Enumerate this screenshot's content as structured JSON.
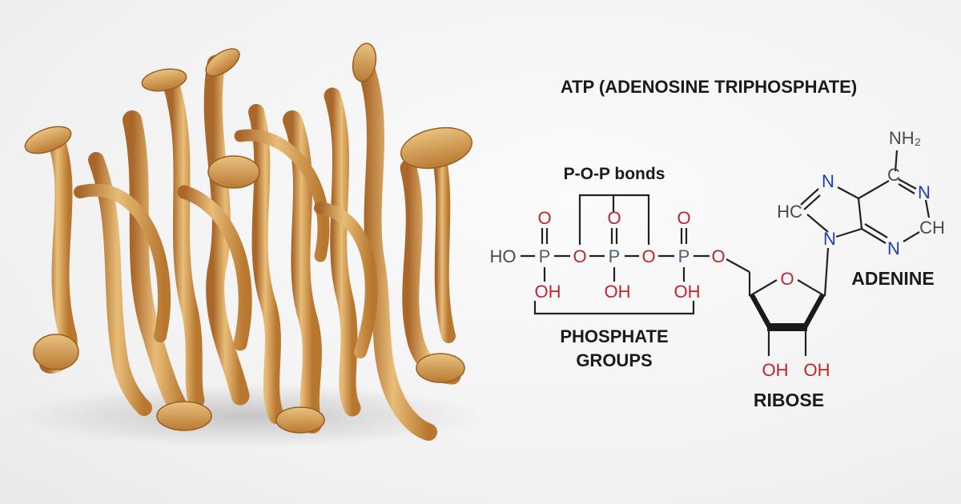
{
  "title": "ATP (ADENOSINE TRIPHOSPHATE)",
  "labels": {
    "pop_bonds": "P-O-P bonds",
    "phosphate_line1": "PHOSPHATE",
    "phosphate_line2": "GROUPS",
    "ribose": "RIBOSE",
    "adenine": "ADENINE"
  },
  "atoms": {
    "ho": "HO",
    "p": "P",
    "o": "O",
    "oh": "OH",
    "n": "N",
    "c": "C",
    "hc": "HC",
    "ch": "CH",
    "nh2": "NH₂"
  },
  "colors": {
    "oxygen": "#c0252b",
    "phosphorus": "#4d5f78",
    "nitrogen": "#1f3fb0",
    "carbon": "#4a4a4a",
    "text": "#1b1b1b",
    "mushroom_light": "#e2b36a",
    "mushroom_dark": "#b06e2a"
  },
  "photo": {
    "subject": "dried cordyceps mushrooms"
  }
}
